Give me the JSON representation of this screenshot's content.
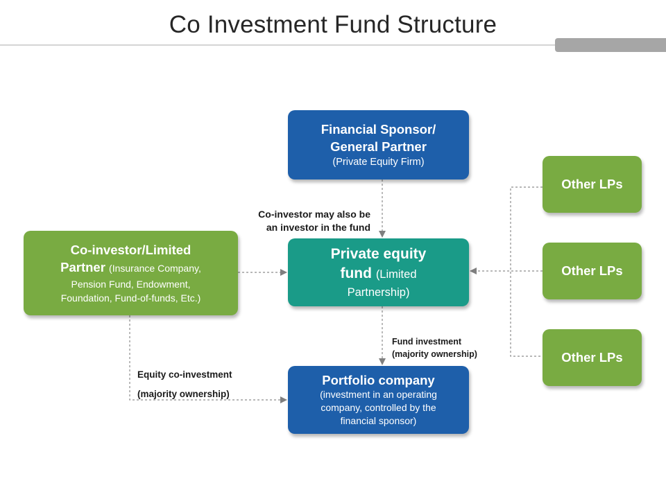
{
  "title": "Co Investment Fund Structure",
  "colors": {
    "blue": "#1e5faa",
    "teal": "#1a9b88",
    "green": "#79ab42",
    "connector": "#8c8c8c"
  },
  "nodes": {
    "sponsor": {
      "line1": "Financial Sponsor/",
      "line2": "General Partner",
      "sub": "(Private Equity Firm)"
    },
    "pe_fund": {
      "line1": "Private equity",
      "line2_main": "fund",
      "line2_sub": "(Limited",
      "line3": "Partnership)"
    },
    "portfolio": {
      "title": "Portfolio company",
      "sub1": "(investment in an operating",
      "sub2": "company, controlled by the",
      "sub3": "financial sponsor)"
    },
    "co_investor": {
      "line1": "Co-investor/Limited",
      "line2_main": "Partner",
      "line2_sub": "(Insurance Company,",
      "line3": "Pension Fund, Endowment,",
      "line4": "Foundation, Fund-of-funds, Etc.)"
    },
    "other_lps": [
      {
        "label": "Other LPs"
      },
      {
        "label": "Other LPs"
      },
      {
        "label": "Other LPs"
      }
    ]
  },
  "labels": {
    "co_investor_note_1": "Co-investor may also be",
    "co_investor_note_2": "an investor in the fund",
    "fund_investment_1": "Fund investment",
    "fund_investment_2": "(majority ownership)",
    "equity_coinvest_1": "Equity co-investment",
    "equity_coinvest_2": "(majority ownership)"
  }
}
